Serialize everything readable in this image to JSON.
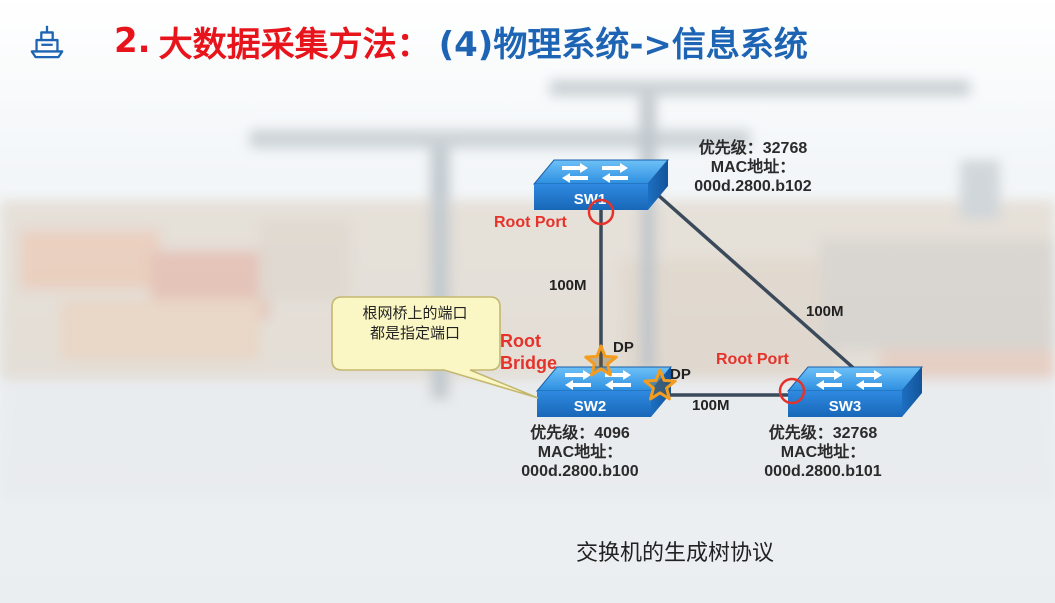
{
  "title": {
    "number": "2.",
    "part_red": "大数据采集方法：",
    "part_blue": "(4)物理系统->信息系统"
  },
  "switches": {
    "sw1": {
      "name": "SW1",
      "priority": "优先级：32768",
      "mac_label": "MAC地址：",
      "mac": "000d.2800.b102"
    },
    "sw2": {
      "name": "SW2",
      "priority": "优先级：4096",
      "mac_label": "MAC地址：",
      "mac": "000d.2800.b100"
    },
    "sw3": {
      "name": "SW3",
      "priority": "优先级：32768",
      "mac_label": "MAC地址：",
      "mac": "000d.2800.b101"
    }
  },
  "links": {
    "sw1_sw2": "100M",
    "sw1_sw3": "100M",
    "sw2_sw3": "100M"
  },
  "ports": {
    "sw1_root_port": "Root Port",
    "sw3_root_port": "Root Port",
    "sw2_dp_top": "DP",
    "sw2_dp_right": "DP"
  },
  "root_bridge": {
    "line1": "Root",
    "line2": "Bridge"
  },
  "callout": {
    "line1": "根网桥上的端口",
    "line2": "都是指定端口"
  },
  "caption": "交换机的生成树协议",
  "colors": {
    "title_red": "#e8141b",
    "title_blue": "#1e64b4",
    "switch_blue": "#1f7fd1",
    "marker_red": "#e5322b",
    "star_orange": "#f39c1f"
  }
}
